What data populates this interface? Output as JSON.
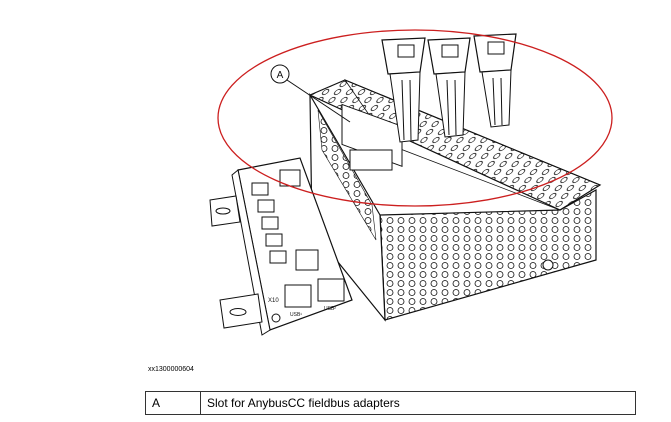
{
  "figure": {
    "callout_letter": "A",
    "id_label": "xx1300000604",
    "port_labels": {
      "x10": "X10",
      "usb1": "USB¹",
      "usb2": "USB²"
    },
    "colors": {
      "ellipse": "#cc1f1f",
      "line": "#111111",
      "fill": "#ffffff"
    }
  },
  "legend": [
    {
      "key": "A",
      "description": "Slot for AnybusCC fieldbus adapters"
    }
  ]
}
